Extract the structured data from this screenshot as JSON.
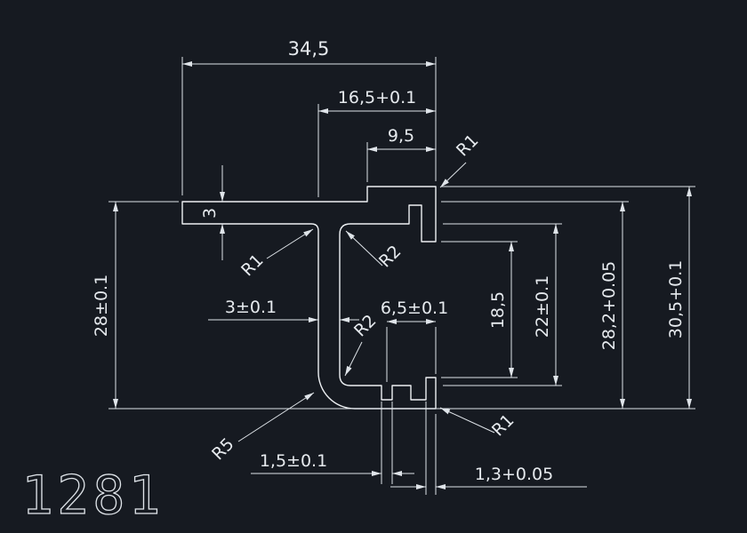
{
  "drawing": {
    "part_number": "1281",
    "colors": {
      "background": "#161a21",
      "lines": "#edf0f3"
    },
    "dim": {
      "total_width": "34,5",
      "hook_width": "16,5+0.1",
      "step_width": "9,5",
      "flange_thickness": "3",
      "height_left": "28±0.1",
      "web_thickness": "3±0.1",
      "slot_offset": "6,5±0.1",
      "inner_height": "18,5",
      "channel_height": "22±0.1",
      "height_282": "28,2+0.05",
      "height_305": "30,5+0.1",
      "slot_width": "1,5±0.1",
      "lip_thickness": "1,3+0.05"
    },
    "radius": {
      "r1_hook_top": "R1",
      "r1_web_fillet": "R1",
      "r2_top": "R2",
      "r2_bottom": "R2",
      "r5_corner": "R5",
      "r1_hook_bottom": "R1"
    }
  }
}
